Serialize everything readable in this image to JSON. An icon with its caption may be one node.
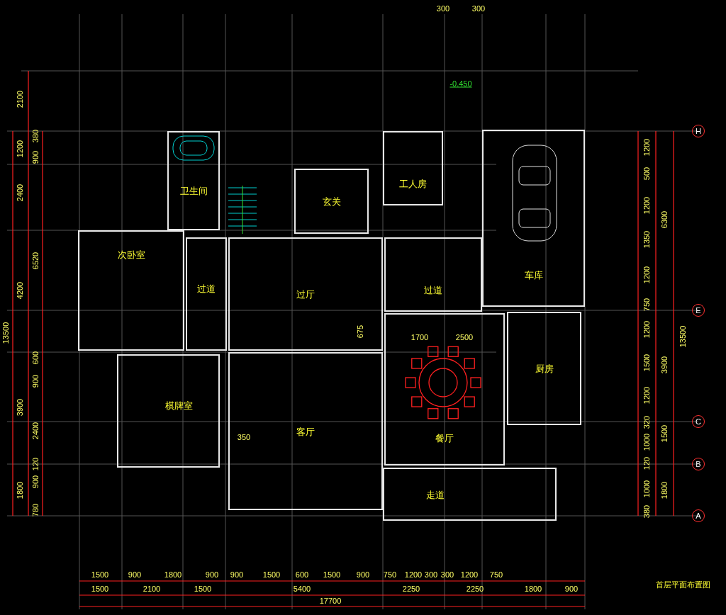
{
  "diagram": {
    "title": "首层平面布置图",
    "nodes": [
      {
        "text": [
          "卫生间"
        ]
      },
      {
        "text": [
          "玄关"
        ]
      },
      {
        "text": [
          "工人房"
        ]
      },
      {
        "text": [
          "车库"
        ]
      },
      {
        "text": [
          "次卧室"
        ]
      },
      {
        "text": [
          "过道"
        ]
      },
      {
        "text": [
          "过厅"
        ]
      },
      {
        "text": [
          "过道"
        ]
      },
      {
        "text": [
          "棋牌室"
        ]
      },
      {
        "text": [
          "客厅"
        ]
      },
      {
        "text": [
          "餐厅"
        ]
      },
      {
        "text": [
          "厨房"
        ]
      },
      {
        "text": [
          "走道"
        ]
      }
    ],
    "labels": [
      "300",
      "300",
      "-0.450",
      "2100",
      "1200",
      "2400",
      "4200",
      "3900",
      "1800",
      "13500",
      "900",
      "380",
      "6520",
      "600",
      "900",
      "2400",
      "120",
      "900",
      "780",
      "675",
      "1700",
      "2500",
      "350",
      "1200",
      "500",
      "1200",
      "1350",
      "1200",
      "750",
      "1200",
      "1500",
      "1200",
      "320",
      "1000",
      "120",
      "1000",
      "380",
      "6300",
      "3900",
      "1500",
      "1800",
      "13500",
      "H",
      "E",
      "C",
      "B",
      "A",
      "1500",
      "900",
      "1800",
      "900",
      "900",
      "1500",
      "600",
      "1500",
      "900",
      "750",
      "1200",
      "300",
      "300",
      "1200",
      "750",
      "1500",
      "2100",
      "1500",
      "5400",
      "2250",
      "2250",
      "1800",
      "900",
      "17700"
    ]
  }
}
